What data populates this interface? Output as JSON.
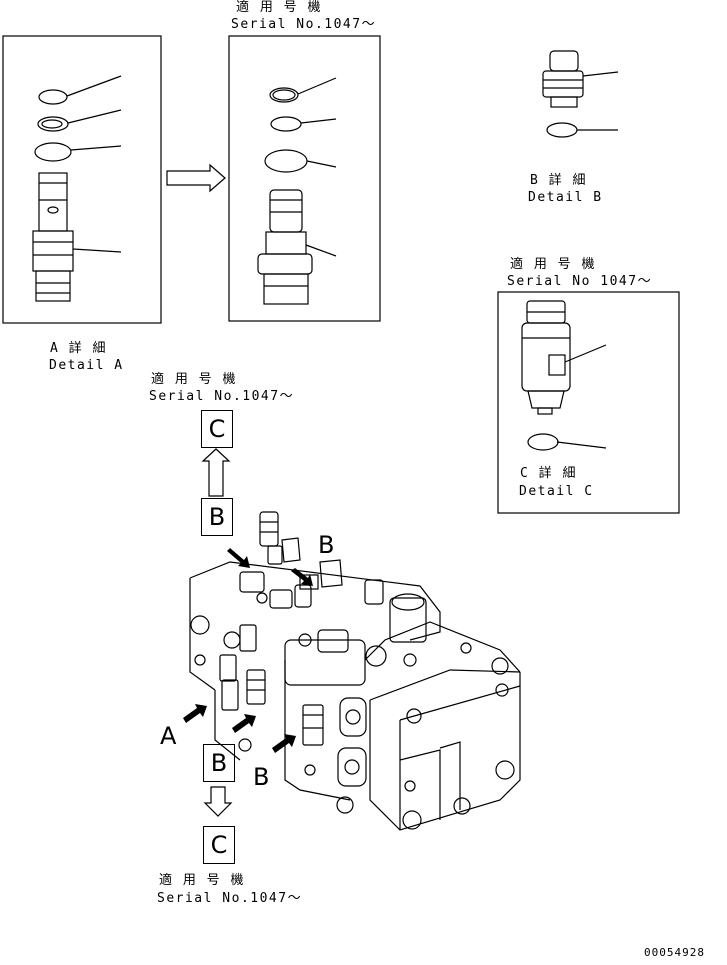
{
  "detail_a": {
    "title": "A 詳 細",
    "subtitle": "Detail A"
  },
  "detail_a_new": {
    "applicable_jp": "適 用 号 機",
    "serial": "Serial No.1047～"
  },
  "detail_b": {
    "title": "B 詳 細",
    "subtitle": "Detail B"
  },
  "detail_c": {
    "applicable_jp": "適 用 号 機",
    "serial": "Serial No 1047～",
    "title": "C 詳 細",
    "subtitle": "Detail C"
  },
  "upper_note": {
    "applicable_jp": "適 用 号 機",
    "serial": "Serial No.1047～",
    "box_top": "C",
    "box_bottom": "B"
  },
  "lower_note": {
    "box_top": "B",
    "box_bottom": "C",
    "applicable_jp": "適 用 号 機",
    "serial": "Serial No.1047～"
  },
  "view_labels": {
    "a": "A",
    "b_lower": "B",
    "b_upper": "B"
  },
  "figure_number": "00054928",
  "colors": {
    "line": "#000000",
    "background": "#ffffff"
  }
}
